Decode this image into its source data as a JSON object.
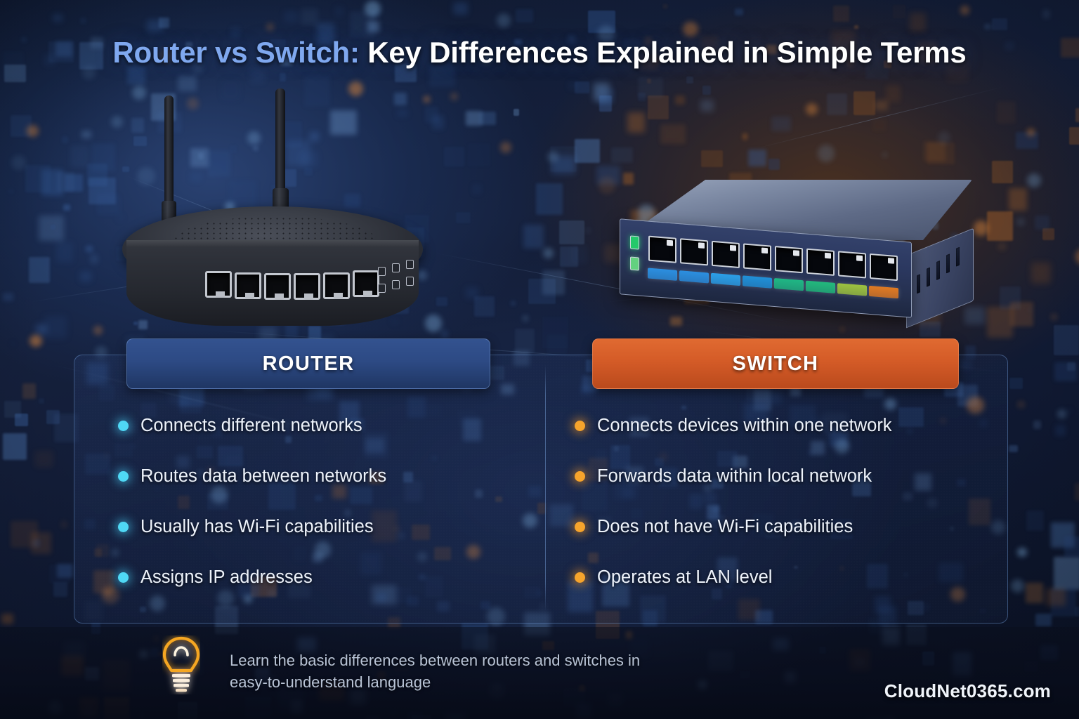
{
  "title": {
    "accent": "Router vs Switch:",
    "rest": " Key Differences Explained in Simple Terms"
  },
  "devices": {
    "router": {
      "name": "router-device",
      "port_count": 6,
      "antenna_count": 2,
      "indicator_count": 6,
      "body_color": "#2c2f37"
    },
    "switch": {
      "name": "switch-device",
      "port_count": 8,
      "body_color": "#2b3860",
      "top_color": "#7d8aa4",
      "led_colors": [
        "#2b8fe0",
        "#2b8fe0",
        "#2b9fe8",
        "#2090d8",
        "#1fb784",
        "#22b97d",
        "#9dc23f",
        "#e07a22"
      ],
      "status_led_colors": [
        "#23c96a",
        "#63d17f"
      ]
    }
  },
  "comparison": {
    "router": {
      "badge_label": "ROUTER",
      "badge_color": "#2d4a84",
      "dot_color": "#4fd8f5",
      "bullets": [
        "Connects different networks",
        "Routes data between networks",
        "Usually has Wi-Fi capabilities",
        "Assigns IP addresses"
      ]
    },
    "switch": {
      "badge_label": "SWITCH",
      "badge_color": "#d45b27",
      "dot_color": "#f6a42c",
      "bullets": [
        "Connects devices within one network",
        "Forwards data within local network",
        "Does not have Wi-Fi capabilities",
        "Operates at LAN level"
      ]
    }
  },
  "footer": {
    "icon": "lightbulb-icon",
    "note": "Learn the basic differences between routers and switches in easy-to-understand language",
    "brand": "CloudNet0365.com"
  },
  "theme": {
    "background_deep": "#0d1528",
    "accent_blue": "#7fa8ef",
    "accent_orange": "#d45b27",
    "text_primary": "#eef3fb",
    "text_muted": "#b9c4d6"
  }
}
